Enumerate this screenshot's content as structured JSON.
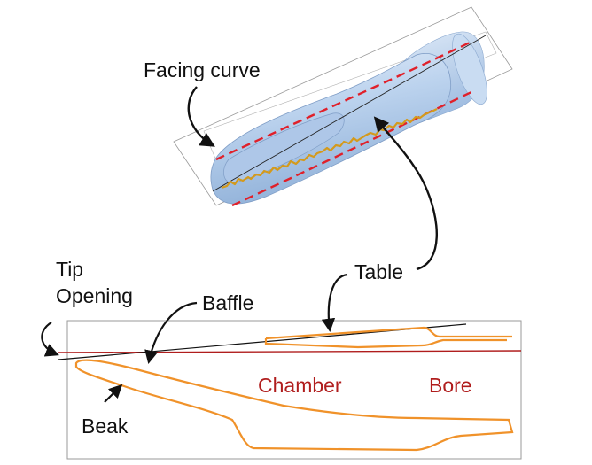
{
  "labels": {
    "facing_curve": "Facing curve",
    "table": "Table",
    "tip": "Tip",
    "opening": "Opening",
    "baffle": "Baffle",
    "beak": "Beak",
    "chamber": "Chamber",
    "bore": "Bore"
  },
  "colors": {
    "mouthpiece": "#bcd3ee",
    "profile": "#f0922a",
    "dashed_guide": "#e0202a",
    "reference_line": "#b01d1d",
    "annotation": "#b01d1d"
  }
}
